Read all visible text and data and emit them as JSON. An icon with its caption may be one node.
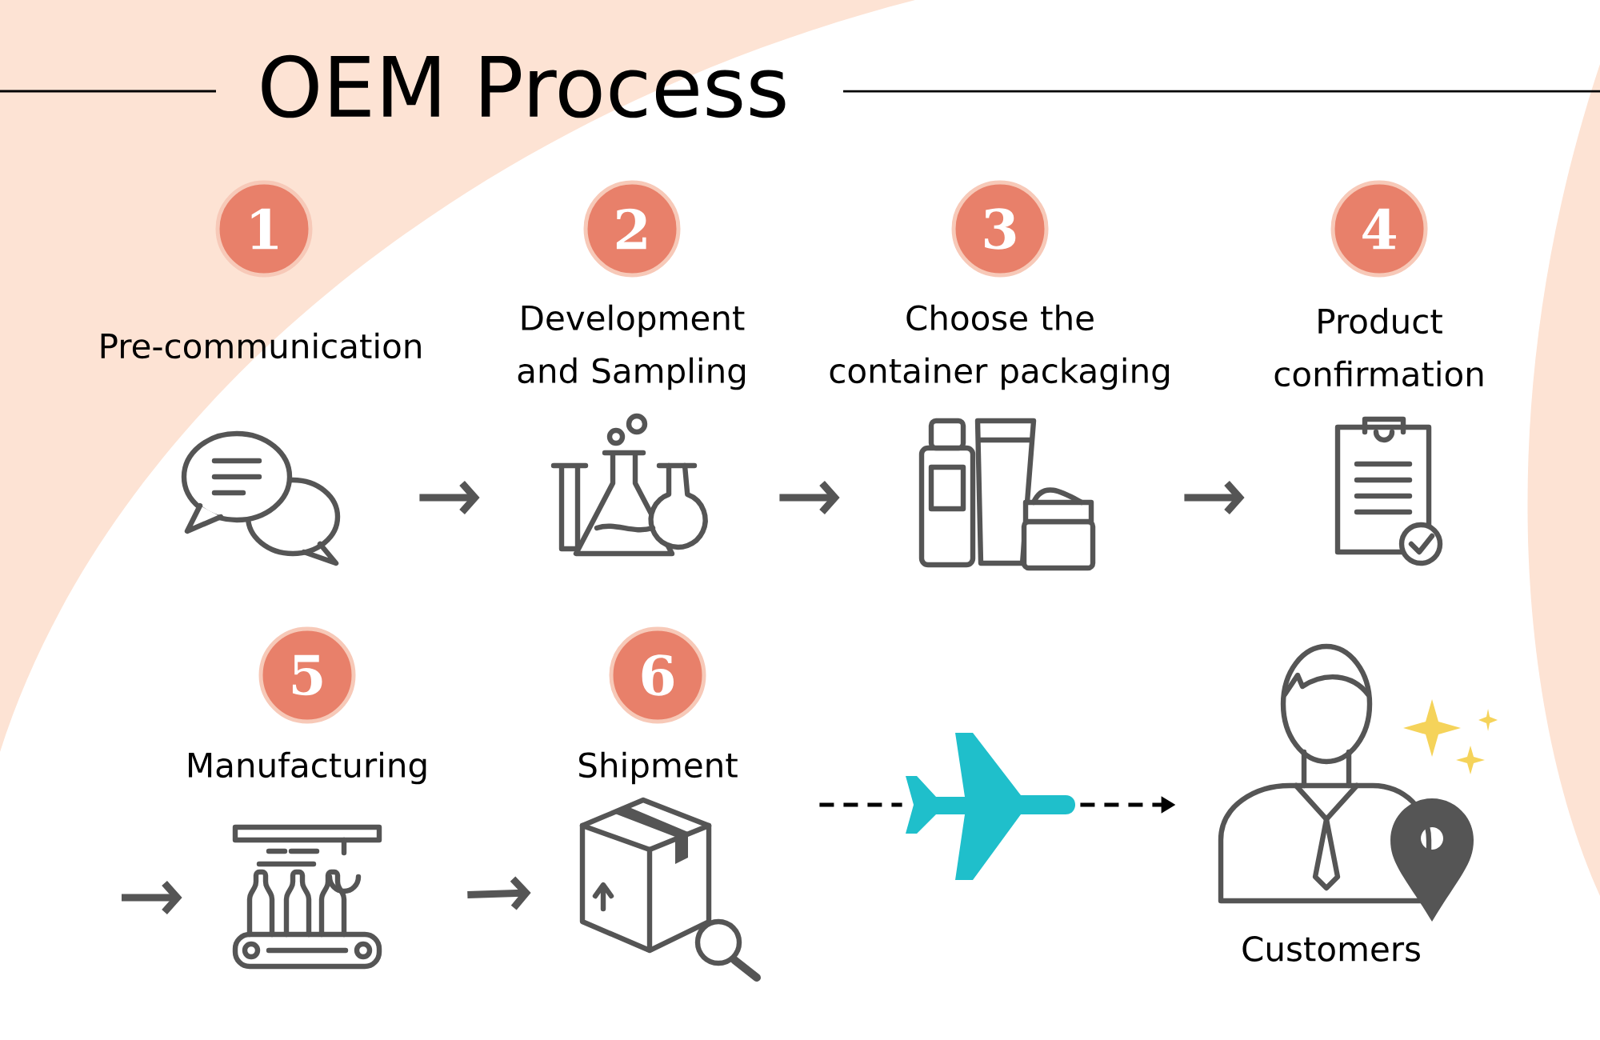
{
  "diagram": {
    "title": "OEM Process",
    "nodes": [
      {
        "text": [
          "1",
          "Pre-communication"
        ]
      },
      {
        "text": [
          "2",
          "Development and Sampling"
        ]
      },
      {
        "text": [
          "3",
          "Choose the container packaging"
        ]
      },
      {
        "text": [
          "4",
          "Product confirmation"
        ]
      },
      {
        "text": [
          "5",
          "Manufacturing"
        ]
      },
      {
        "text": [
          "6",
          "Shipment"
        ]
      },
      {
        "text": [],
        "shape": "picture"
      },
      {
        "text": [
          "Customers"
        ]
      }
    ],
    "edges": [
      {
        "from": 0,
        "to": 1,
        "arrow": "to"
      },
      {
        "from": 1,
        "to": 2,
        "arrow": "to"
      },
      {
        "from": 2,
        "to": 3,
        "arrow": "to"
      },
      {
        "from": null,
        "to": 4,
        "arrow": "to"
      },
      {
        "from": 4,
        "to": 5,
        "arrow": "to"
      },
      {
        "from": 5,
        "to": 6,
        "arrow": "none",
        "style": "dashed",
        "color": "#000000"
      },
      {
        "from": 6,
        "to": 7,
        "arrow": "to",
        "style": "dashed",
        "color": "#000000"
      }
    ]
  }
}
